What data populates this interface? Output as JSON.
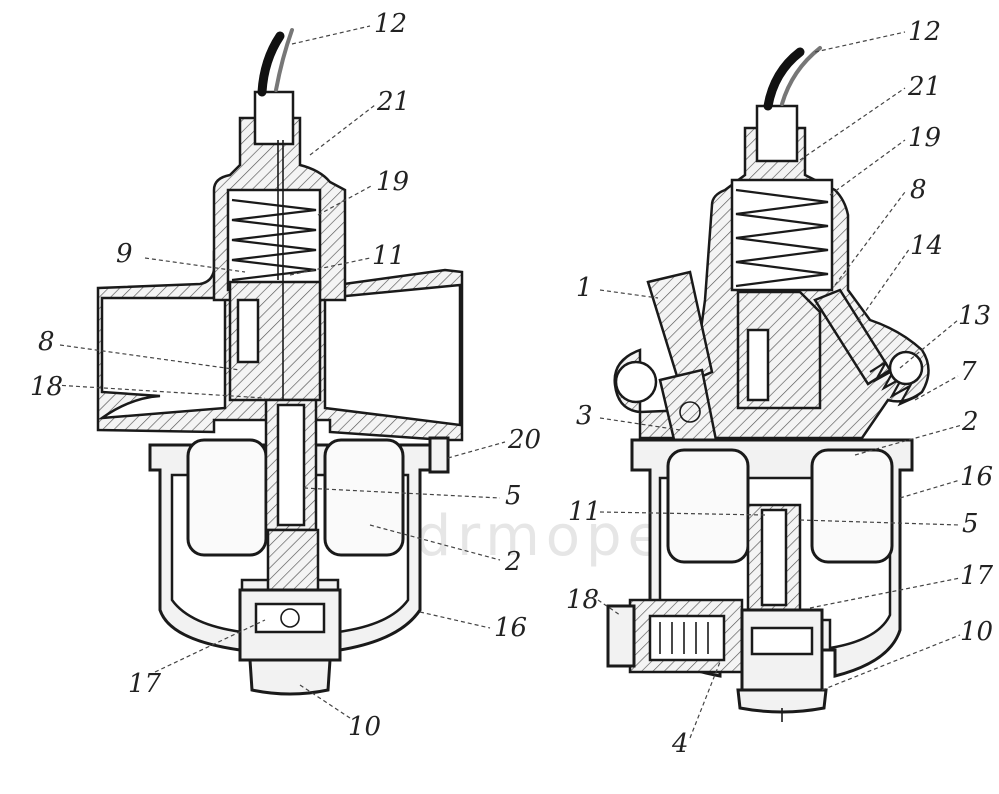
{
  "diagram": {
    "watermark": "www.ddrmoped.de",
    "left_view": {
      "labels": [
        {
          "id": "12",
          "text": "12"
        },
        {
          "id": "21",
          "text": "21"
        },
        {
          "id": "19",
          "text": "19"
        },
        {
          "id": "9",
          "text": "9"
        },
        {
          "id": "11",
          "text": "11"
        },
        {
          "id": "8",
          "text": "8"
        },
        {
          "id": "18",
          "text": "18"
        },
        {
          "id": "20",
          "text": "20"
        },
        {
          "id": "5",
          "text": "5"
        },
        {
          "id": "2",
          "text": "2"
        },
        {
          "id": "16",
          "text": "16"
        },
        {
          "id": "17",
          "text": "17"
        },
        {
          "id": "10",
          "text": "10"
        }
      ]
    },
    "right_view": {
      "labels": [
        {
          "id": "12",
          "text": "12"
        },
        {
          "id": "21",
          "text": "21"
        },
        {
          "id": "19",
          "text": "19"
        },
        {
          "id": "8",
          "text": "8"
        },
        {
          "id": "14",
          "text": "14"
        },
        {
          "id": "1",
          "text": "1"
        },
        {
          "id": "13",
          "text": "13"
        },
        {
          "id": "7",
          "text": "7"
        },
        {
          "id": "3",
          "text": "3"
        },
        {
          "id": "2",
          "text": "2"
        },
        {
          "id": "16",
          "text": "16"
        },
        {
          "id": "11",
          "text": "11"
        },
        {
          "id": "5",
          "text": "5"
        },
        {
          "id": "17",
          "text": "17"
        },
        {
          "id": "18",
          "text": "18"
        },
        {
          "id": "10",
          "text": "10"
        },
        {
          "id": "4",
          "text": "4"
        }
      ]
    }
  }
}
